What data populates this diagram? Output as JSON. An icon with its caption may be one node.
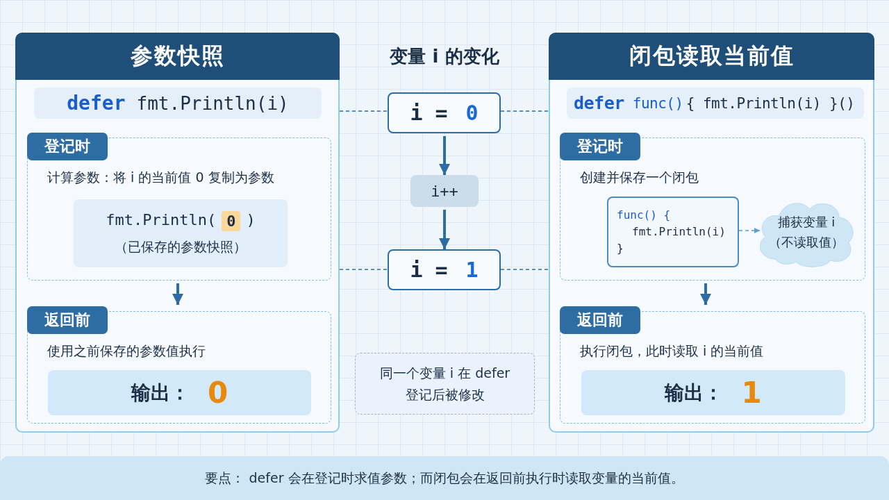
{
  "diagram": {
    "nodes": [
      {
        "text": [
          "参数快照"
        ]
      },
      {
        "text": [
          "defer",
          "fmt.Println(i)"
        ],
        "in": 0
      },
      {
        "text": [
          "登记时",
          "计算参数：将 i 的当前值 0 复制为参数"
        ],
        "in": 0
      },
      {
        "text": [
          "fmt.Println(",
          "0",
          ")",
          "（已保存的参数快照）"
        ],
        "in": 2
      },
      {
        "text": [
          "返回前",
          "使用之前保存的参数值执行"
        ],
        "in": 0
      },
      {
        "text": [
          "输出：",
          "0"
        ],
        "in": 4
      },
      {
        "text": [
          "i =",
          "0"
        ]
      },
      {
        "text": [
          "i++"
        ]
      },
      {
        "text": [
          "i =",
          "1"
        ]
      },
      {
        "text": [
          "同一个变量 i 在 defer 登记后被修改"
        ]
      },
      {
        "text": [
          "闭包读取当前值"
        ]
      },
      {
        "text": [
          "defer",
          "func()",
          "{ fmt.Println(i) }()"
        ],
        "in": 10
      },
      {
        "text": [
          "登记时",
          "创建并保存一个闭包"
        ],
        "in": 10
      },
      {
        "text": [
          "func() {",
          "fmt.Println(i)",
          "}"
        ],
        "in": 12
      },
      {
        "text": [
          "捕获变量 i （不读取值）"
        ],
        "in": 12
      },
      {
        "text": [
          "返回前",
          "执行闭包，此时读取 i 的当前值"
        ],
        "in": 10
      },
      {
        "text": [
          "输出：",
          "1"
        ],
        "in": 15
      },
      {
        "text": [
          "要点： defer 会在登记时求值参数；而闭包会在返回前执行时读取变量的当前值。"
        ]
      }
    ],
    "edges": [
      {
        "from": 0,
        "to": 6,
        "arrow": "none",
        "style": "dashed"
      },
      {
        "from": 6,
        "to": 10,
        "arrow": "none",
        "style": "dashed"
      },
      {
        "from": 0,
        "to": 8,
        "arrow": "none",
        "style": "dashed"
      },
      {
        "from": 8,
        "to": 10,
        "arrow": "none",
        "style": "dashed"
      },
      {
        "from": 6,
        "to": 7,
        "arrow": "to",
        "style": "thick"
      },
      {
        "from": 7,
        "to": 8,
        "arrow": "to",
        "style": "thick"
      },
      {
        "from": 2,
        "to": 4,
        "arrow": "to",
        "style": "thick"
      },
      {
        "from": 12,
        "to": 15,
        "arrow": "to",
        "style": "thick"
      },
      {
        "from": 13,
        "to": 14,
        "arrow": "to",
        "style": "dashed",
        "color": "#5a9fd4"
      }
    ],
    "labels": [
      "变量 i 的变化"
    ]
  }
}
